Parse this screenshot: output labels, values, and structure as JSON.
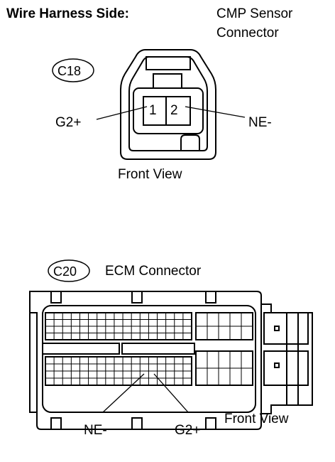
{
  "header": {
    "title": "Wire Harness Side:",
    "sensor_line1": "CMP Sensor",
    "sensor_line2": "Connector"
  },
  "cmp_connector": {
    "code": "C18",
    "pin1": "1",
    "pin2": "2",
    "left_label": "G2+",
    "right_label": "NE-",
    "view": "Front View"
  },
  "ecm_connector": {
    "code": "C20",
    "name": "ECM Connector",
    "label_a": "NE-",
    "label_b": "G2+",
    "view": "Front View"
  }
}
